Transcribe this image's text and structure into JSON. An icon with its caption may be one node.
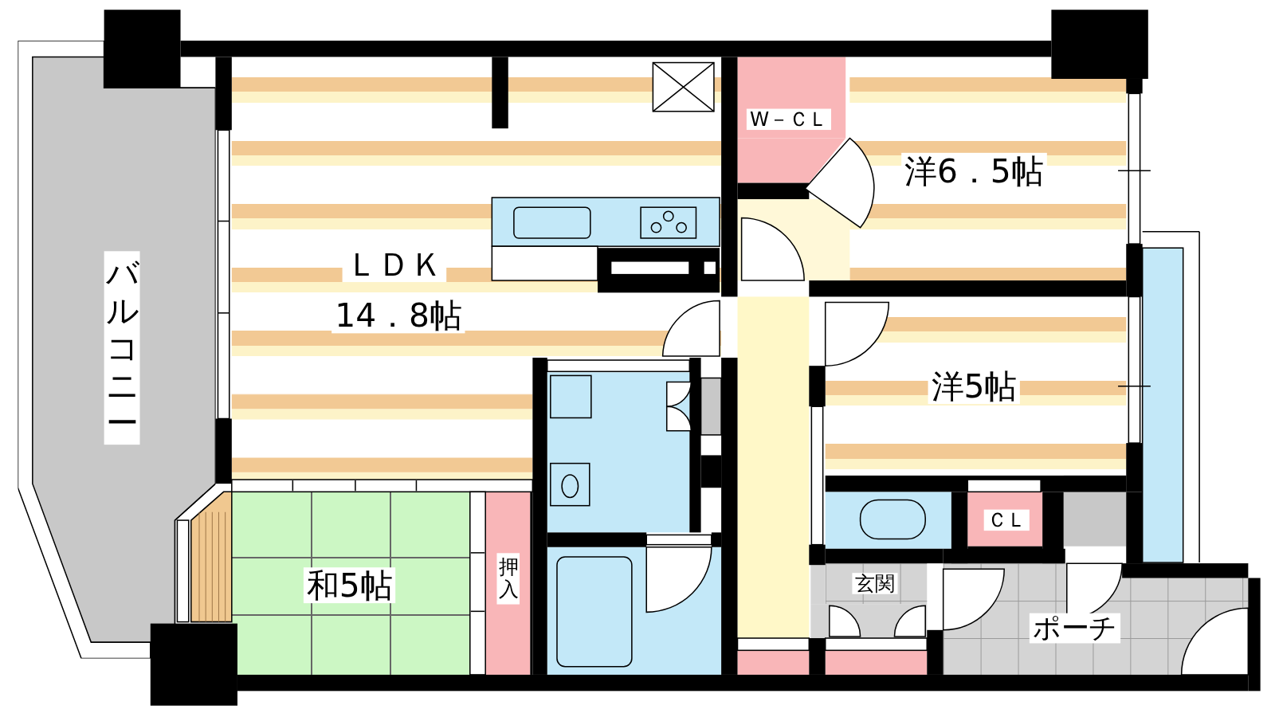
{
  "diagram": {
    "nodes": [
      {
        "text": [
          "バルコニー"
        ]
      },
      {
        "text": [
          "ＬＤＫ",
          "14．8帖"
        ]
      },
      {
        "text": [
          "W－ＣＬ"
        ]
      },
      {
        "text": [
          "洋6．5帖"
        ]
      },
      {
        "text": [
          "洋5帖"
        ]
      },
      {
        "text": [
          "ＣＬ"
        ]
      },
      {
        "text": [
          "和5帖"
        ]
      },
      {
        "text": [
          "押入"
        ]
      },
      {
        "text": [
          "玄関"
        ]
      },
      {
        "text": [
          "ポーチ"
        ]
      }
    ]
  }
}
